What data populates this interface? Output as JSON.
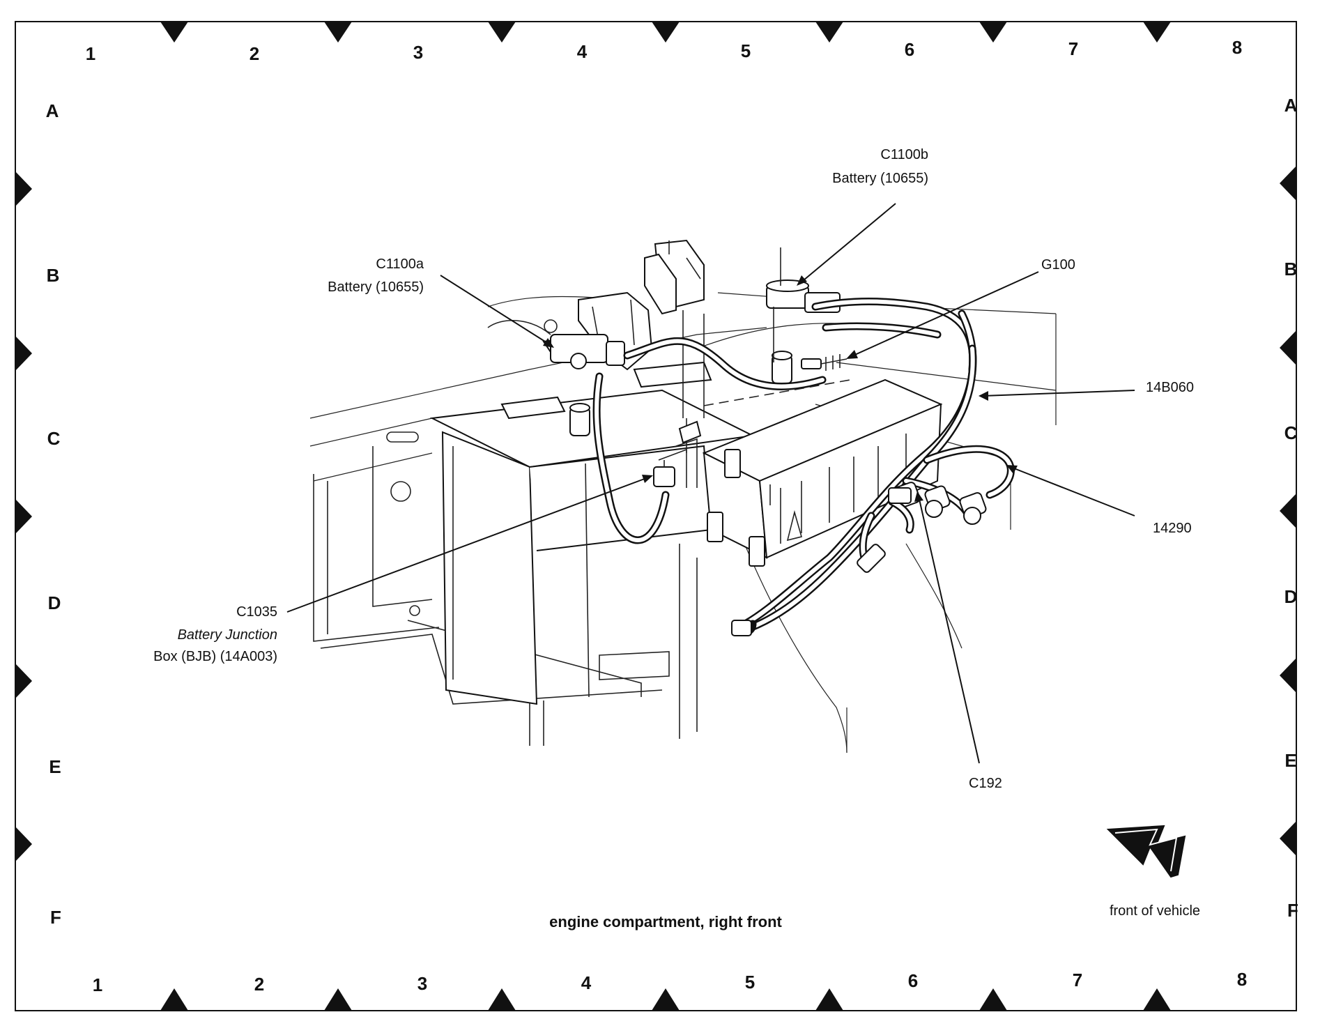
{
  "figure": {
    "caption": "engine compartment, right front",
    "orientation_label": "front of vehicle",
    "orientation_icon": "front-of-vehicle-arrow-icon"
  },
  "grid": {
    "columns": [
      "1",
      "2",
      "3",
      "4",
      "5",
      "6",
      "7",
      "8"
    ],
    "rows": [
      "A",
      "B",
      "C",
      "D",
      "E",
      "F"
    ]
  },
  "callouts": {
    "c1100b": {
      "id": "C1100b",
      "desc": "Battery (10655)"
    },
    "c1100a": {
      "id": "C1100a",
      "desc": "Battery (10655)"
    },
    "g100": {
      "id": "G100"
    },
    "harness_14b060": {
      "id": "14B060"
    },
    "harness_14290": {
      "id": "14290"
    },
    "c1035": {
      "id": "C1035",
      "desc_line1": "Battery Junction",
      "desc_line2": "Box (BJB) (14A003)"
    },
    "c192": {
      "id": "C192"
    }
  }
}
